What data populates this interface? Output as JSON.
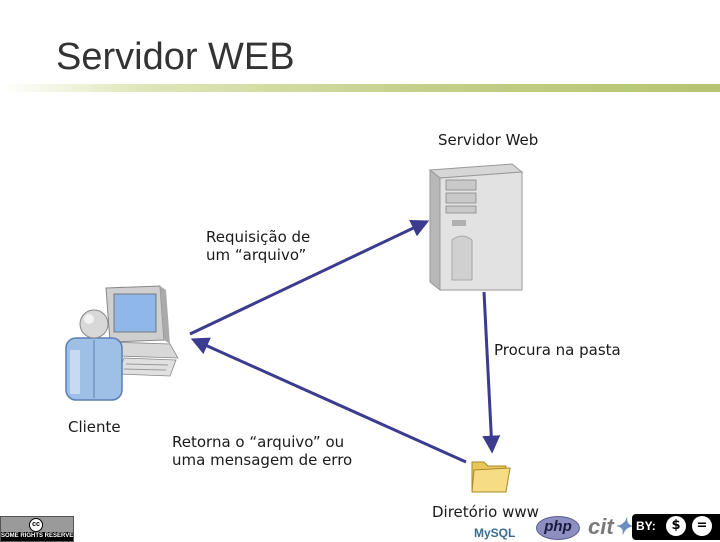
{
  "title": "Servidor WEB",
  "labels": {
    "server": "Servidor Web",
    "request_line1": "Requisição de",
    "request_line2": "um “arquivo”",
    "search": "Procura na pasta",
    "client": "Cliente",
    "response_line1": "Retorna o “arquivo” ou",
    "response_line2": "uma mensagem de erro",
    "directory": "Diretório www"
  },
  "logos": {
    "cc": "cc",
    "cc_caption": "SOME RIGHTS RESERVED",
    "mysql": "MySQL",
    "php": "php",
    "cite": "cit",
    "by": "BY:"
  },
  "colors": {
    "arrow": "#3b3b8f",
    "accent_bar": "#b4c472"
  },
  "icons": [
    "server-icon",
    "computer-icon",
    "user-icon",
    "folder-icon"
  ]
}
